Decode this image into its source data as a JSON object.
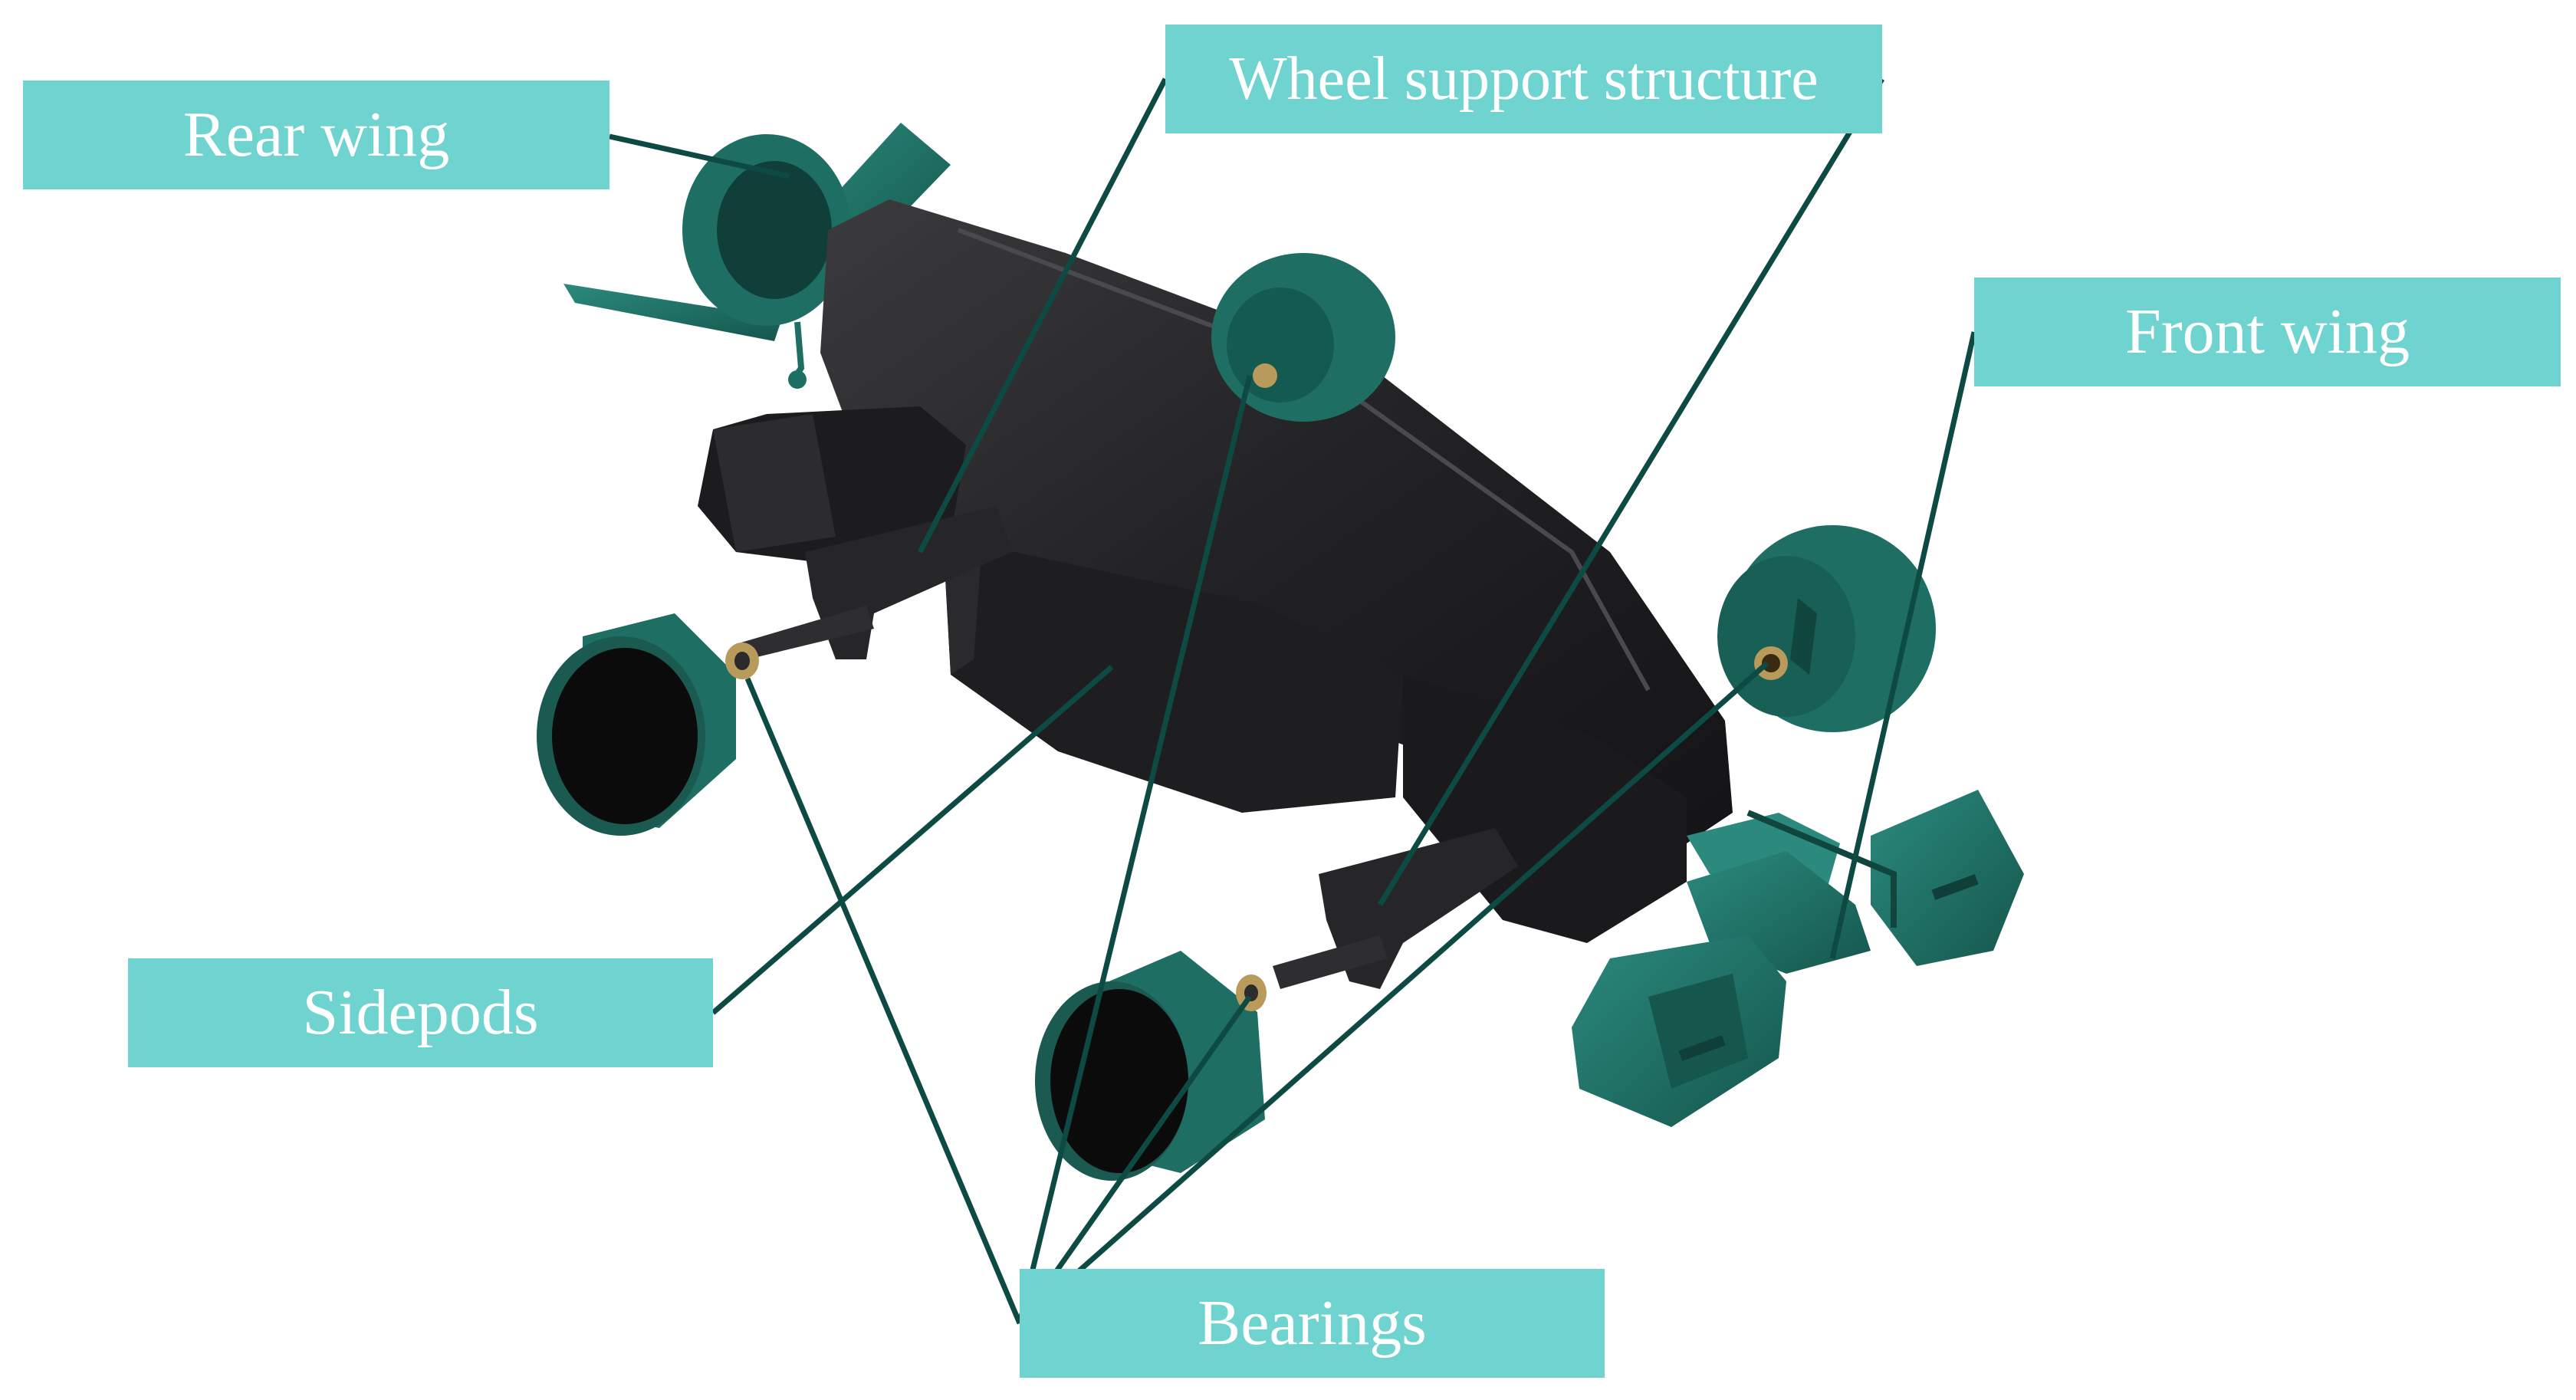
{
  "labels": {
    "rear_wing": "Rear wing",
    "wheel_support_structure": "Wheel support structure",
    "front_wing": "Front wing",
    "sidepods": "Sidepods",
    "bearings": "Bearings"
  },
  "colors": {
    "label_background": "#6fd4cf",
    "label_text": "#ffffff",
    "body": "#1f1f21",
    "body_highlight": "#3a3a3d",
    "teal_parts": "#1f6e64",
    "teal_dark": "#11463f",
    "leader_line": "#0e4a44",
    "bearing_metal": "#b89a5a"
  }
}
